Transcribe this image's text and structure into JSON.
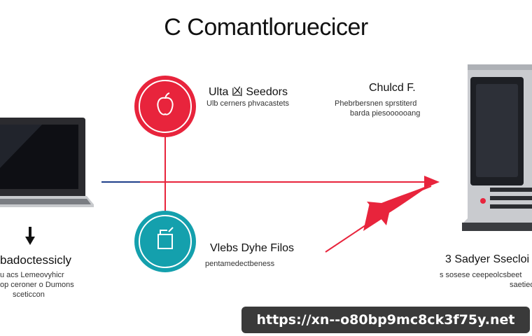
{
  "title": "C Comantloruecicer",
  "top_circle": {
    "label": "Ulta 凶 Seedors",
    "sub": "Ulb cerners phvacastets",
    "icon": "apple-icon",
    "color": "#e8243c"
  },
  "right_top": {
    "label": "Chulcd F.",
    "sub": [
      "Phebrbersnen sprstiterd",
      "barda piesoooooang"
    ]
  },
  "bottom_circle": {
    "label": "Vlebs Dyhe Filos",
    "sub": "pentamedectbeness",
    "icon": "folder-icon",
    "color": "#14a0ad"
  },
  "laptop": {
    "icon": "laptop-icon",
    "arrow_icon": "down-arrow-icon",
    "label": "badoctessicly",
    "sub": [
      "u acs Lemeovyhicr",
      "op ceroner o Dumons",
      "sceticcon"
    ]
  },
  "server": {
    "icon": "server-tower-icon",
    "label": "3 Sadyer Ssecloi",
    "sub": [
      "s sosese ceepeolcsbeet",
      "saetied"
    ]
  },
  "arrow_color": "#e8243c",
  "url": "https://xn--o80bp9mc8ck3f75y.net"
}
